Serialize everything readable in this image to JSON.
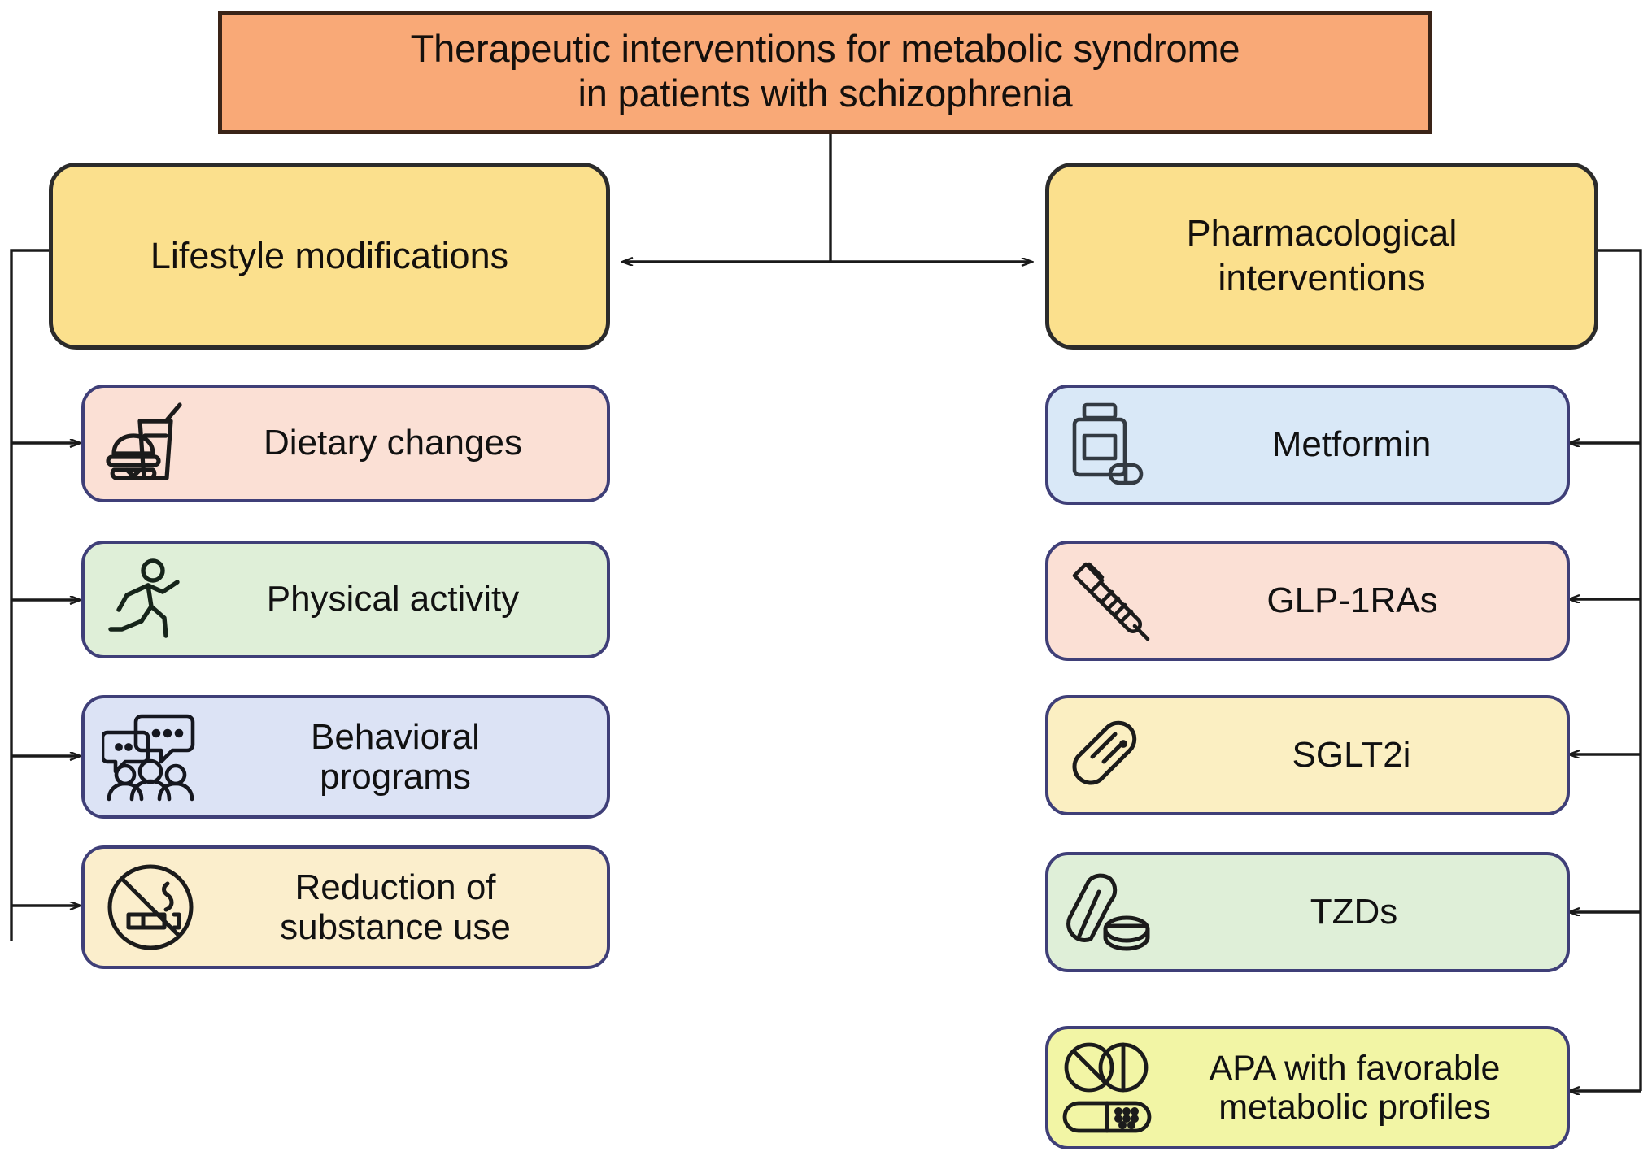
{
  "diagram": {
    "title_box": {
      "line1": "Therapeutic interventions for metabolic syndrome",
      "line2": "in patients with schizophrenia",
      "fill": "#F9A977",
      "border": "#3A2418"
    },
    "branches": [
      {
        "id": "lifestyle",
        "heading": {
          "line1": "Lifestyle modifications",
          "line2": "",
          "fill": "#FBE08D",
          "border": "#2B2B2B"
        },
        "items": [
          {
            "label_line1": "Dietary changes",
            "label_line2": "",
            "icon": "burger-drink-icon",
            "fill": "#FBE0D5",
            "border": "#3F3F78"
          },
          {
            "label_line1": "Physical activity",
            "label_line2": "",
            "icon": "running-person-icon",
            "fill": "#DFEFD8",
            "border": "#3F3F78"
          },
          {
            "label_line1": "Behavioral",
            "label_line2": "programs",
            "icon": "speech-bubbles-group-icon",
            "fill": "#DCE3F5",
            "border": "#3F3F78"
          },
          {
            "label_line1": "Reduction of",
            "label_line2": "substance use",
            "icon": "no-smoking-icon",
            "fill": "#FBEECC",
            "border": "#3F3F78"
          }
        ]
      },
      {
        "id": "pharmacological",
        "heading": {
          "line1": "Pharmacological",
          "line2": "interventions",
          "fill": "#FBE08D",
          "border": "#2B2B2B"
        },
        "items": [
          {
            "label_line1": "Metformin",
            "label_line2": "",
            "icon": "pill-bottle-icon",
            "fill": "#D9E8F7",
            "border": "#3F3F78"
          },
          {
            "label_line1": "GLP-1RAs",
            "label_line2": "",
            "icon": "syringe-icon",
            "fill": "#FBE0D5",
            "border": "#3F3F78"
          },
          {
            "label_line1": "SGLT2i",
            "label_line2": "",
            "icon": "capsule-icon",
            "fill": "#FBEFC2",
            "border": "#3F3F78"
          },
          {
            "label_line1": "TZDs",
            "label_line2": "",
            "icon": "capsule-tablets-icon",
            "fill": "#DFEFD8",
            "border": "#3F3F78"
          },
          {
            "label_line1": "APA with favorable",
            "label_line2": "metabolic profiles",
            "icon": "tablets-capsule-icon",
            "fill": "#F2F5A5",
            "border": "#3F3F78"
          }
        ]
      }
    ],
    "connectors": {
      "line_color": "#1a1a1a",
      "style": "orthogonal-with-arrowheads"
    }
  }
}
